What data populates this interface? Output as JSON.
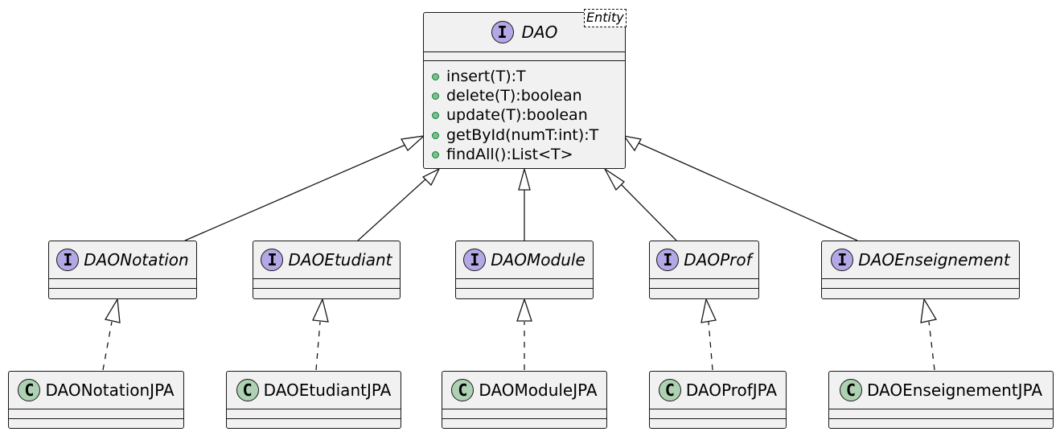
{
  "diagram": {
    "base_interface": {
      "name": "DAO",
      "stereotype": "I",
      "template_param": "Entity",
      "methods": [
        "insert(T):T",
        "delete(T):boolean",
        "update(T):boolean",
        "getById(numT:int):T",
        "findAll():List<T>"
      ]
    },
    "interfaces": [
      {
        "name": "DAONotation",
        "stereotype": "I"
      },
      {
        "name": "DAOEtudiant",
        "stereotype": "I"
      },
      {
        "name": "DAOModule",
        "stereotype": "I"
      },
      {
        "name": "DAOProf",
        "stereotype": "I"
      },
      {
        "name": "DAOEnseignement",
        "stereotype": "I"
      }
    ],
    "classes": [
      {
        "name": "DAONotationJPA",
        "stereotype": "C"
      },
      {
        "name": "DAOEtudiantJPA",
        "stereotype": "C"
      },
      {
        "name": "DAOModuleJPA",
        "stereotype": "C"
      },
      {
        "name": "DAOProfJPA",
        "stereotype": "C"
      },
      {
        "name": "DAOEnseignementJPA",
        "stereotype": "C"
      }
    ],
    "colors": {
      "interface_badge": "#b4a7e5",
      "class_badge": "#add1b2",
      "box_fill": "#f1f1f1",
      "line": "#181818",
      "public_method_dot": "#84be84"
    }
  }
}
